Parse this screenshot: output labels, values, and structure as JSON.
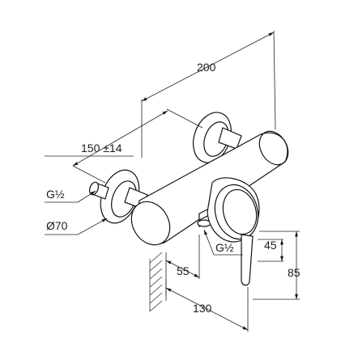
{
  "dimensions": {
    "total_width": "200",
    "connection_distance": "150 ±14",
    "thread_left": "G½",
    "rosette_diameter": "Ø70",
    "thread_outlet": "G½",
    "wall_to_outlet": "55",
    "outlet_height": "45",
    "total_height": "85",
    "projection": "130"
  }
}
